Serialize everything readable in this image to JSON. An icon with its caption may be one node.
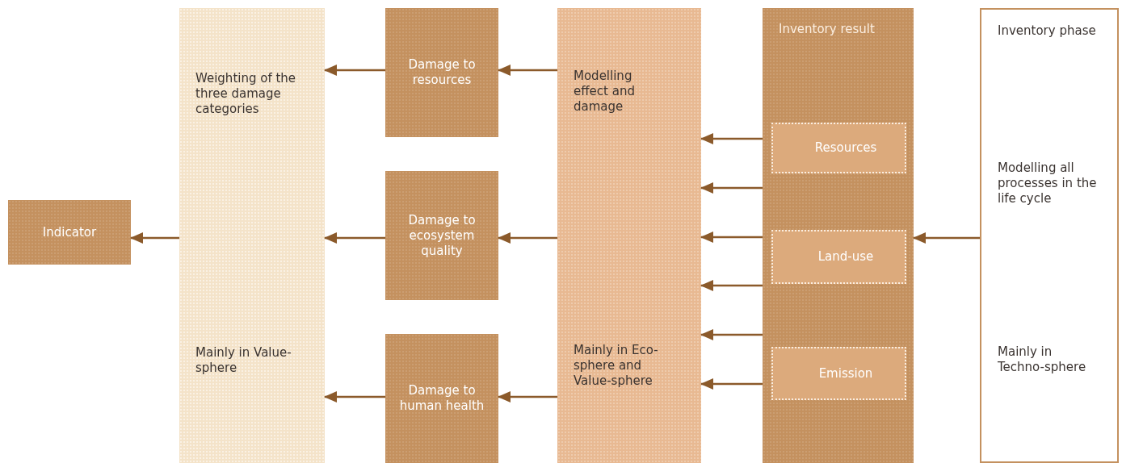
{
  "diagram": {
    "nodes": [
      {
        "text": [
          "Indicator"
        ]
      },
      {
        "text": [
          "Weighting of the three damage categories",
          "Mainly in Value-sphere"
        ]
      },
      {
        "text": [
          "Damage to resources"
        ]
      },
      {
        "text": [
          "Damage to ecosystem quality"
        ]
      },
      {
        "text": [
          "Damage to human health"
        ]
      },
      {
        "text": [
          "Modelling effect and damage",
          "Mainly in Eco-sphere and Value-sphere"
        ]
      },
      {
        "text": [
          "Inventory result"
        ]
      },
      {
        "text": [
          "Resources"
        ],
        "in": 6
      },
      {
        "text": [
          "Land-use"
        ],
        "in": 6
      },
      {
        "text": [
          "Emission"
        ],
        "in": 6
      },
      {
        "text": [
          "Inventory phase",
          "Modelling all processes in the life cycle",
          "Mainly in Techno-sphere"
        ]
      }
    ],
    "edges": [
      {
        "from": 1,
        "to": 0,
        "arrow": "to"
      },
      {
        "from": 2,
        "to": 1,
        "arrow": "to"
      },
      {
        "from": 3,
        "to": 1,
        "arrow": "to"
      },
      {
        "from": 4,
        "to": 1,
        "arrow": "to"
      },
      {
        "from": 5,
        "to": 2,
        "arrow": "to"
      },
      {
        "from": 5,
        "to": 3,
        "arrow": "to"
      },
      {
        "from": 5,
        "to": 4,
        "arrow": "to"
      },
      {
        "from": 6,
        "to": 5,
        "arrow": "to"
      },
      {
        "from": 6,
        "to": 5,
        "arrow": "to"
      },
      {
        "from": 6,
        "to": 5,
        "arrow": "to"
      },
      {
        "from": 6,
        "to": 5,
        "arrow": "to"
      },
      {
        "from": 6,
        "to": 5,
        "arrow": "to"
      },
      {
        "from": 6,
        "to": 5,
        "arrow": "to"
      },
      {
        "from": 10,
        "to": 6,
        "arrow": "to"
      }
    ]
  }
}
